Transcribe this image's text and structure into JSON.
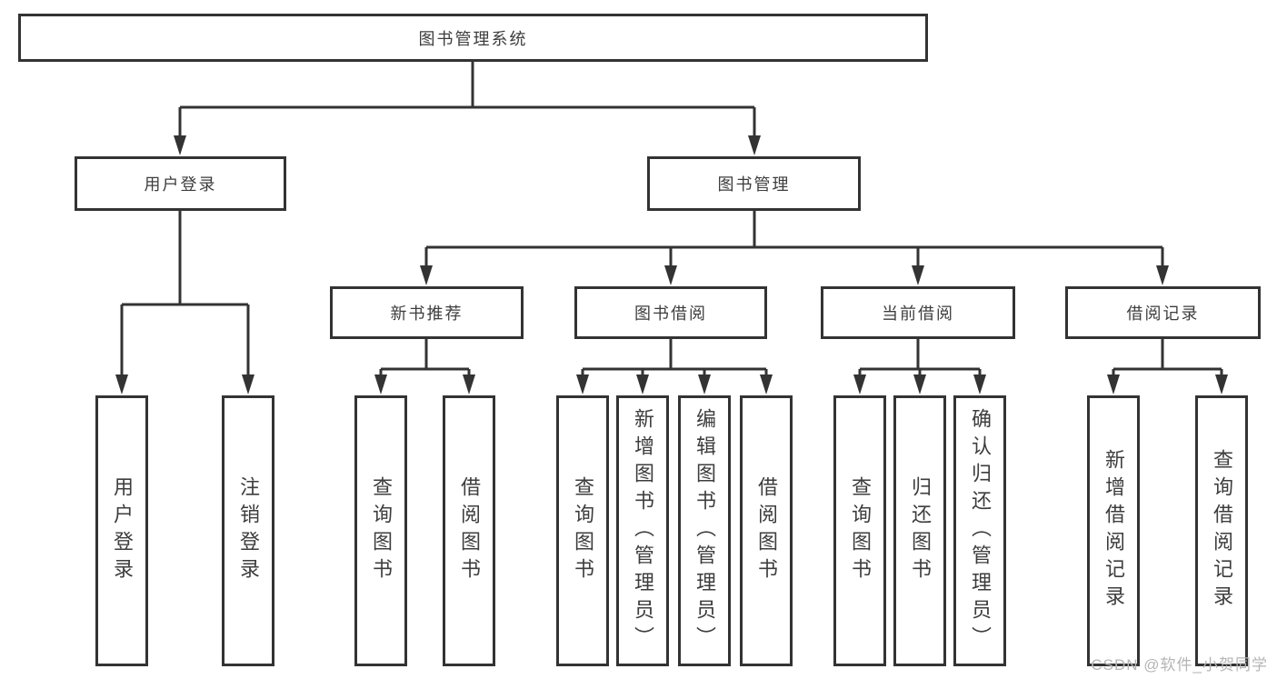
{
  "diagram": {
    "root": {
      "label": "图书管理系统"
    },
    "level2": [
      {
        "label": "用户登录"
      },
      {
        "label": "图书管理"
      }
    ],
    "level3": [
      {
        "label": "新书推荐"
      },
      {
        "label": "图书借阅"
      },
      {
        "label": "当前借阅"
      },
      {
        "label": "借阅记录"
      }
    ],
    "leaves": {
      "user": [
        "用户登录",
        "注销登录"
      ],
      "recommend": [
        "查询图书",
        "借阅图书"
      ],
      "borrow": [
        "查询图书",
        "新增图书（管理员）",
        "编辑图书（管理员）",
        "借阅图书"
      ],
      "current": [
        "查询图书",
        "归还图书",
        "确认归还（管理员）"
      ],
      "records": [
        "新增借阅记录",
        "查询借阅记录"
      ]
    }
  },
  "watermark": "CSDN @软件_小贺同学",
  "colors": {
    "line": "#333333",
    "box_background": "#ffffff",
    "text": "#3d3d3d",
    "watermark": "#b5b5b5"
  }
}
